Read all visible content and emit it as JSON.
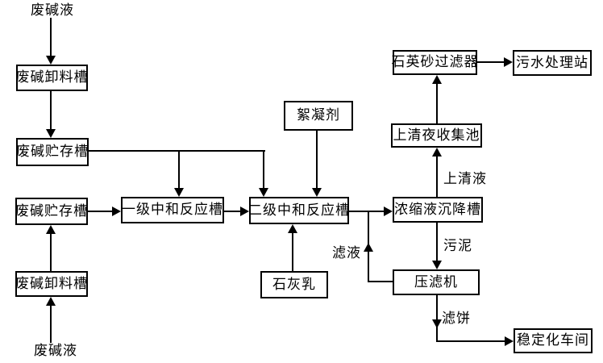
{
  "colors": {
    "background": "#ffffff",
    "line": "#000000",
    "text": "#000000"
  },
  "nodes": {
    "unload_top": "废碱卸料槽",
    "store_top": "废碱贮存槽",
    "store_mid": "废碱贮存槽",
    "unload_bottom": "废碱卸料槽",
    "neutral_1": "一级中和反应槽",
    "neutral_2": "二级中和反应槽",
    "flocculant": "絮凝剂",
    "lime": "石灰乳",
    "settling": "浓缩液沉降槽",
    "collect": "上清夜收集池",
    "sand_filter": "石英砂过滤器",
    "sewage": "污水处理站",
    "press": "压滤机",
    "stabilize": "稳定化车间"
  },
  "labels": {
    "feed_top": "废碱液",
    "feed_bottom": "废碱液",
    "supernatant": "上清液",
    "sludge": "污泥",
    "filtrate": "滤液",
    "cake": "滤饼"
  }
}
